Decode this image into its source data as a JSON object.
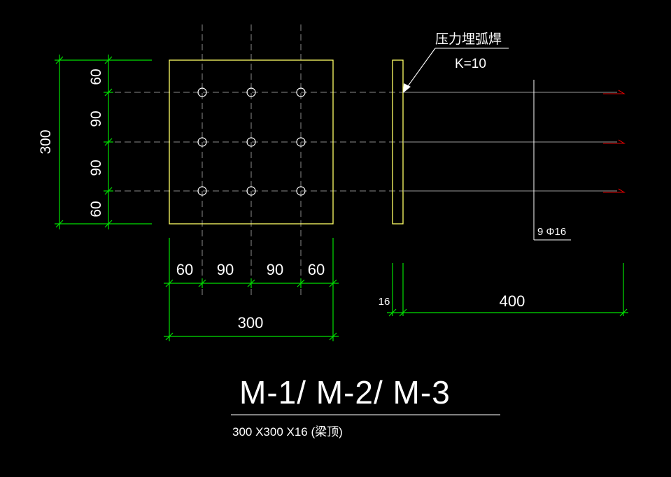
{
  "drawing": {
    "title": "M-1/ M-2/ M-3",
    "subtitle": "300 X300 X16 (梁顶)",
    "weld_label": "压力埋弧焊",
    "weld_size": "K=10",
    "rebar_label": "9 Φ16",
    "plate": {
      "height_total": "300",
      "width_total": "300",
      "vertical_segments": [
        "60",
        "90",
        "90",
        "60"
      ],
      "horizontal_segments": [
        "60",
        "90",
        "90",
        "60"
      ]
    },
    "side_view": {
      "thickness": "16",
      "anchor_length": "400"
    }
  },
  "colors": {
    "background": "#000000",
    "plate": "#ffff66",
    "dimension": "#00e000",
    "center_line": "#9a9a9a",
    "rebar_end": "#e00000",
    "text": "#ffffff",
    "weld_arrow": "#ffffff"
  }
}
